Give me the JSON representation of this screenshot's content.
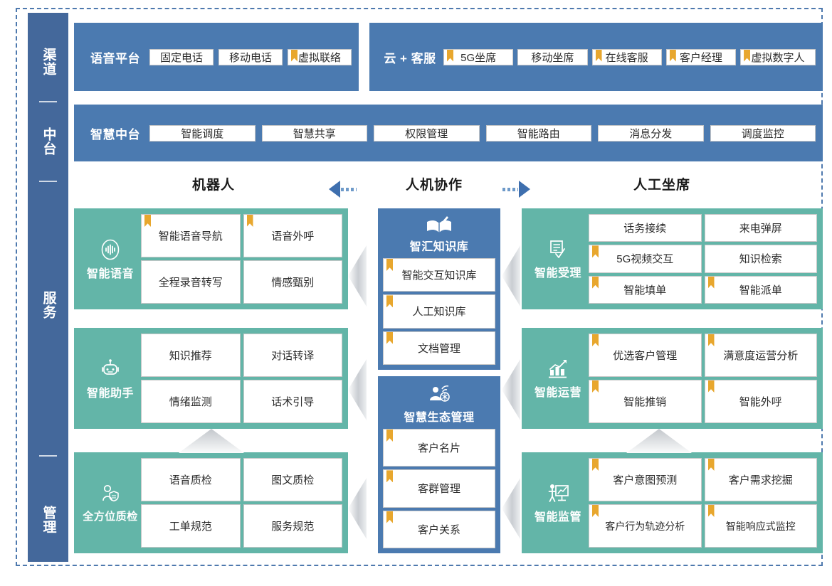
{
  "rail": {
    "labels": [
      "渠道",
      "中台",
      "服务",
      "管理"
    ]
  },
  "colors": {
    "rail_blue": "#44689B",
    "band_blue": "#4B7AB0",
    "panel_green": "#63B5A8",
    "bookmark_orange": "#E8A72E",
    "arrow_blue": "#3E6FAE",
    "frame_dashed": "#4E79AE"
  },
  "bands": [
    {
      "title": "语音平台",
      "cells": [
        {
          "label": "固定电话",
          "bookmark": false
        },
        {
          "label": "移动电话",
          "bookmark": false
        },
        {
          "label": "虚拟联络",
          "bookmark": true
        }
      ]
    },
    {
      "title": "云 + 客服",
      "cells": [
        {
          "label": "5G坐席",
          "bookmark": true
        },
        {
          "label": "移动坐席",
          "bookmark": false
        },
        {
          "label": "在线客服",
          "bookmark": true
        },
        {
          "label": "客户经理",
          "bookmark": true
        },
        {
          "label": "虚拟数字人",
          "bookmark": true
        }
      ]
    },
    {
      "title": "智慧中台",
      "cells": [
        {
          "label": "智能调度",
          "bookmark": false
        },
        {
          "label": "智慧共享",
          "bookmark": false
        },
        {
          "label": "权限管理",
          "bookmark": false
        },
        {
          "label": "智能路由",
          "bookmark": false
        },
        {
          "label": "消息分发",
          "bookmark": false
        },
        {
          "label": "调度监控",
          "bookmark": false
        }
      ]
    }
  ],
  "section_headers": {
    "left": "机器人",
    "center": "人机协作",
    "right": "人工坐席"
  },
  "left_panels": [
    {
      "name": "智能语音",
      "icon": "voice-wave-icon",
      "items": [
        {
          "label": "智能语音导航",
          "bookmark": true
        },
        {
          "label": "语音外呼",
          "bookmark": true
        },
        {
          "label": "全程录音转写",
          "bookmark": false
        },
        {
          "label": "情感甄别",
          "bookmark": false
        }
      ]
    },
    {
      "name": "智能助手",
      "icon": "robot-icon",
      "items": [
        {
          "label": "知识推荐",
          "bookmark": false
        },
        {
          "label": "对话转译",
          "bookmark": false
        },
        {
          "label": "情绪监测",
          "bookmark": false
        },
        {
          "label": "话术引导",
          "bookmark": false
        }
      ]
    },
    {
      "name": "全方位质检",
      "icon": "person-shield-icon",
      "items": [
        {
          "label": "语音质检",
          "bookmark": false
        },
        {
          "label": "图文质检",
          "bookmark": false
        },
        {
          "label": "工单规范",
          "bookmark": false
        },
        {
          "label": "服务规范",
          "bookmark": false
        }
      ]
    }
  ],
  "center_blocks": [
    {
      "name": "智汇知识库",
      "icon": "open-book-icon",
      "items": [
        {
          "label": "智能交互知识库",
          "bookmark": true
        },
        {
          "label": "人工知识库",
          "bookmark": true
        },
        {
          "label": "文档管理",
          "bookmark": true
        }
      ]
    },
    {
      "name": "智慧生态管理",
      "icon": "person-network-icon",
      "items": [
        {
          "label": "客户名片",
          "bookmark": true
        },
        {
          "label": "客群管理",
          "bookmark": true
        },
        {
          "label": "客户关系",
          "bookmark": true
        }
      ]
    }
  ],
  "right_panels": [
    {
      "name": "智能受理",
      "icon": "document-check-icon",
      "items": [
        {
          "label": "话务接续",
          "bookmark": false
        },
        {
          "label": "来电弹屏",
          "bookmark": false
        },
        {
          "label": "5G视频交互",
          "bookmark": true
        },
        {
          "label": "知识检索",
          "bookmark": false
        },
        {
          "label": "智能填单",
          "bookmark": true
        },
        {
          "label": "智能派单",
          "bookmark": true
        }
      ]
    },
    {
      "name": "智能运营",
      "icon": "bar-chart-trend-icon",
      "items": [
        {
          "label": "优选客户管理",
          "bookmark": true
        },
        {
          "label": "满意度运营分析",
          "bookmark": true
        },
        {
          "label": "智能推销",
          "bookmark": true
        },
        {
          "label": "智能外呼",
          "bookmark": true
        }
      ]
    },
    {
      "name": "智能监管",
      "icon": "presentation-person-icon",
      "items": [
        {
          "label": "客户意图预测",
          "bookmark": true
        },
        {
          "label": "客户需求挖掘",
          "bookmark": true
        },
        {
          "label": "客户行为轨迹分析",
          "bookmark": true
        },
        {
          "label": "智能响应式监控",
          "bookmark": true
        }
      ]
    }
  ]
}
